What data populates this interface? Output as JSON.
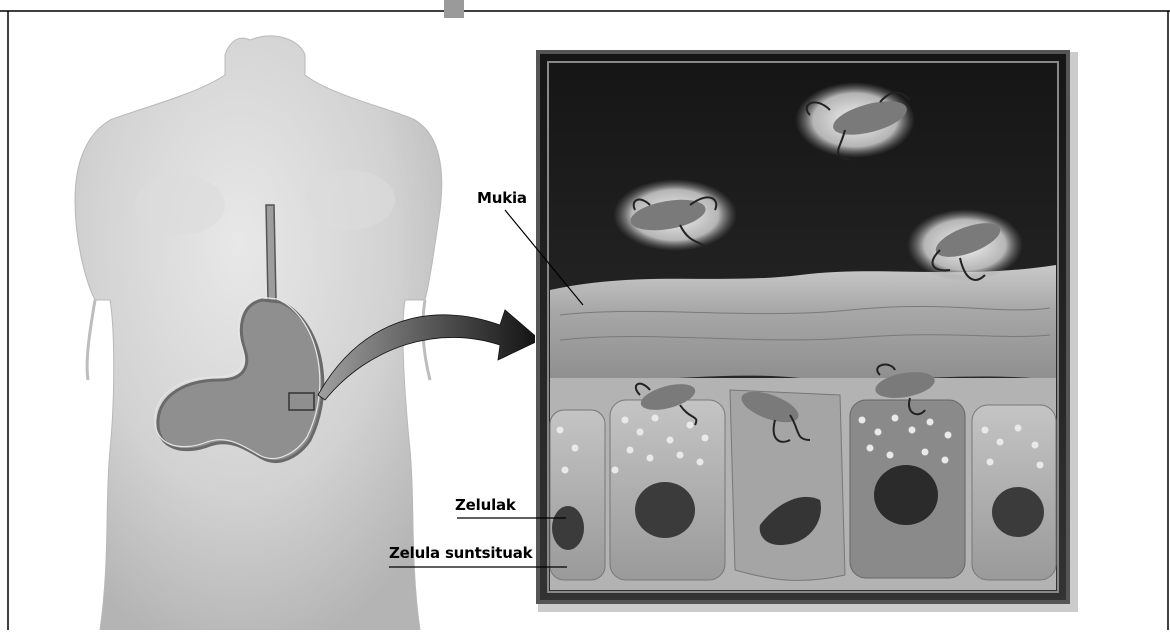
{
  "labels": {
    "mucus": "Mukia",
    "cells": "Zelulak",
    "destroyed_cells": "Zelula suntsituak"
  },
  "colors": {
    "background": "#ffffff",
    "frame_line": "#000000",
    "inset_dark": "#1f1f1f",
    "mucus_layer": "#8d8d8d",
    "cell": "#9c9c9c",
    "nucleus": "#3c3c3c",
    "body": "#c8c8c8"
  },
  "icons": {
    "bacterium": "bacterium-icon",
    "arrow": "curved-arrow-icon"
  }
}
